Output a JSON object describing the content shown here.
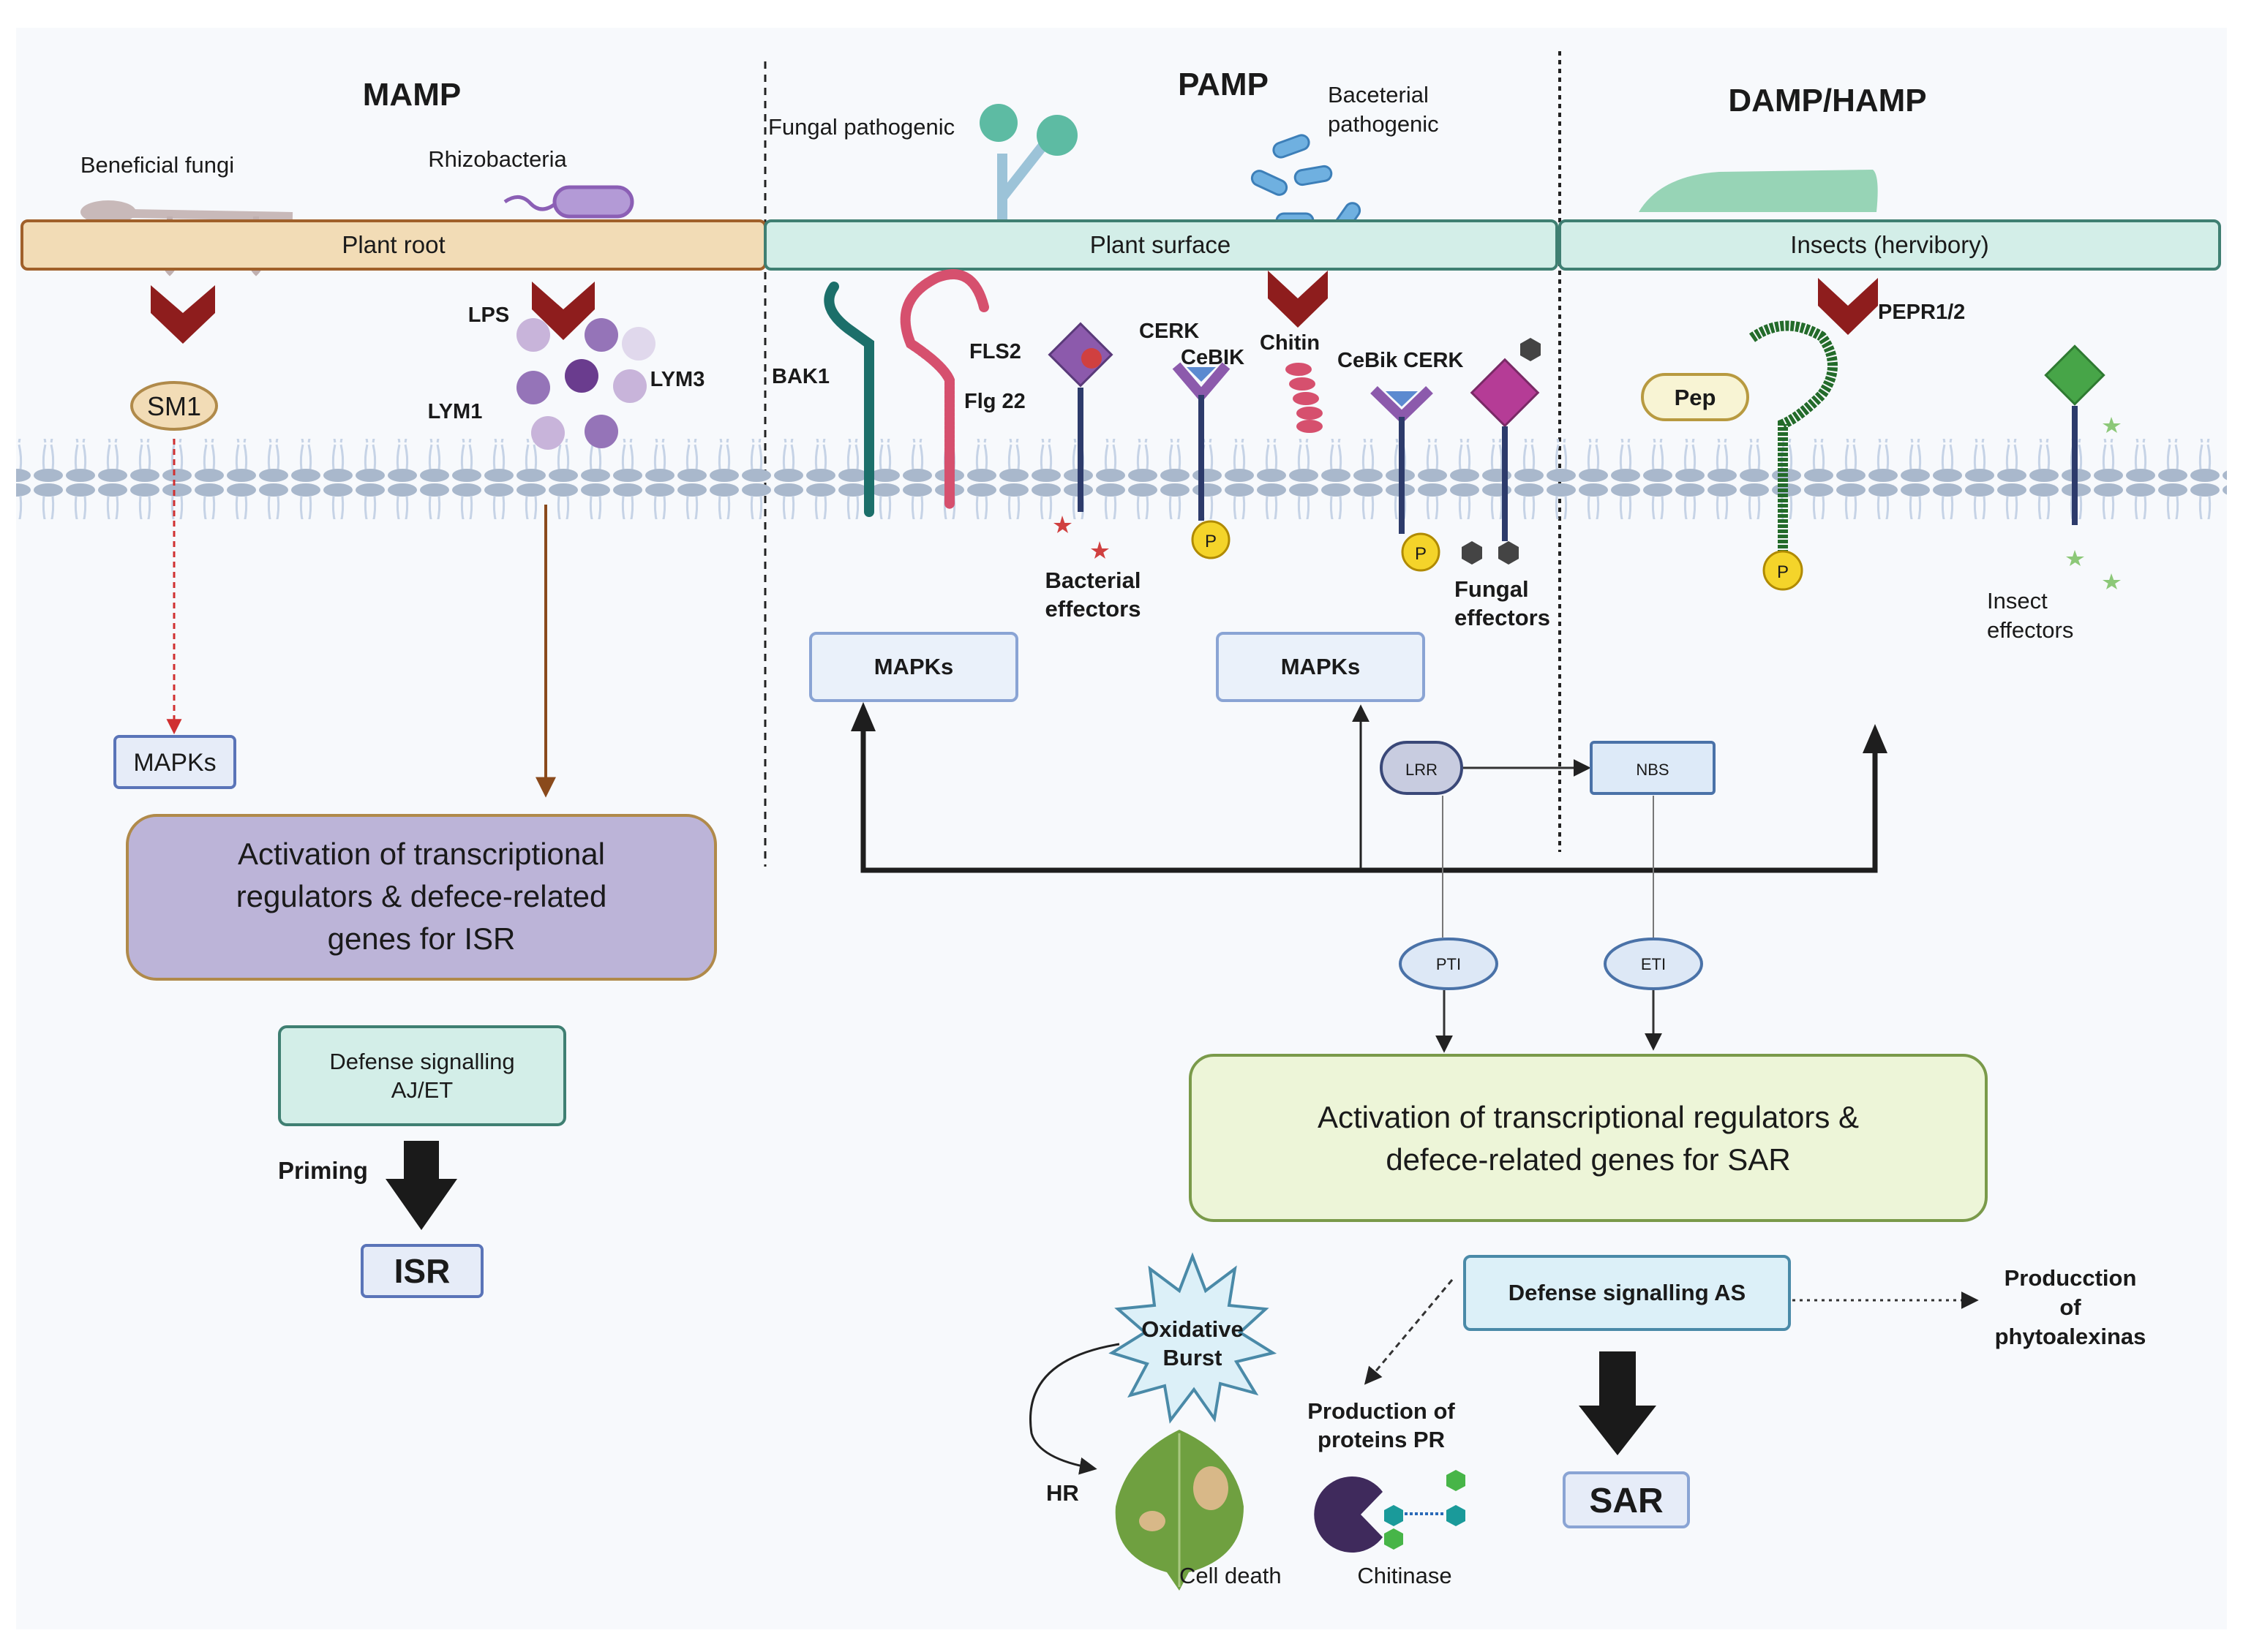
{
  "sections": {
    "mamp": {
      "title": "MAMP"
    },
    "pamp": {
      "title": "PAMP"
    },
    "damp": {
      "title": "DAMP/HAMP"
    }
  },
  "organisms": {
    "beneficial_fungi": "Beneficial fungi",
    "rhizobacteria": "Rhizobacteria",
    "fungal_pathogenic": "Fungal pathogenic",
    "bacterial_pathogenic_1": "Baceterial",
    "bacterial_pathogenic_2": "pathogenic"
  },
  "surfaces": {
    "plant_root": "Plant root",
    "plant_surface": "Plant surface",
    "insects": "Insects (hervibory)"
  },
  "colors": {
    "root_fill": "#f2dcb6",
    "root_border": "#a0602a",
    "surface_fill": "#d3eee8",
    "surface_border": "#3f7f72",
    "chevron": "#8e1d1d",
    "membrane": "#a9b8cc",
    "isr_box": "#bcb4d8",
    "sar_box": "#edf5d8",
    "mapk_box": "#eaf1fa"
  },
  "receptors": {
    "sm1": "SM1",
    "lps": "LPS",
    "lym1": "LYM1",
    "lym3": "LYM3",
    "bak1": "BAK1",
    "fls2": "FLS2",
    "flg22": "Flg 22",
    "cerk": "CERK",
    "cebik": "CeBIK",
    "chitin": "Chitin",
    "cebik_cerk": "CeBik CERK",
    "pepr": "PEPR1/2",
    "pep": "Pep",
    "phospho": "P"
  },
  "effectors": {
    "bacterial_1": "Bacterial",
    "bacterial_2": "effectors",
    "fungal_1": "Fungal",
    "fungal_2": "effectors",
    "insect_1": "Insect",
    "insect_2": "effectors"
  },
  "signaling": {
    "mapks_left": "MAPKs",
    "mapks_pamp1": "MAPKs",
    "mapks_pamp2": "MAPKs",
    "lrr": "LRR",
    "nbs": "NBS",
    "pti": "PTI",
    "eti": "ETI"
  },
  "isr": {
    "activation_lines": [
      "Activation of transcriptional",
      "regulators & defece-related",
      "genes for ISR"
    ],
    "defense_lines": [
      "Defense signalling",
      "AJ/ET"
    ],
    "priming": "Priming",
    "result": "ISR"
  },
  "sar": {
    "activation_lines": [
      "Activation of transcriptional regulators &",
      "defece-related genes for SAR"
    ],
    "defense": "Defense signalling AS",
    "phyto_lines": [
      "Producction",
      "of",
      "phytoalexinas"
    ],
    "oxidative_lines": [
      "Oxidative",
      "Burst"
    ],
    "hr": "HR",
    "cell_death": "Cell death",
    "pr_lines": [
      "Production of",
      "proteins PR"
    ],
    "chitinase": "Chitinase",
    "result": "SAR"
  }
}
